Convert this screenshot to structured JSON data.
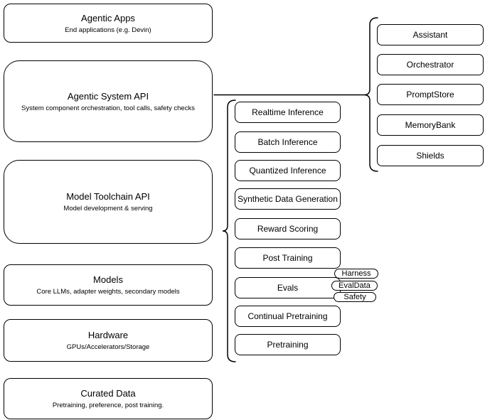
{
  "diagram": {
    "left_column": [
      {
        "title": "Agentic Apps",
        "subtitle": "End applications (e.g. Devin)"
      },
      {
        "title": "Agentic System API",
        "subtitle": "System component orchestration, tool calls, safety checks"
      },
      {
        "title": "Model Toolchain API",
        "subtitle": "Model development & serving"
      },
      {
        "title": "Models",
        "subtitle": "Core LLMs, adapter weights, secondary models"
      },
      {
        "title": "Hardware",
        "subtitle": "GPUs/Accelerators/Storage"
      },
      {
        "title": "Curated Data",
        "subtitle": "Pretraining, preference, post training."
      }
    ],
    "toolchain_group": {
      "items": [
        "Realtime Inference",
        "Batch Inference",
        "Quantized Inference",
        "Synthetic Data Generation",
        "Reward Scoring",
        "Post Training",
        "Evals",
        "Continual Pretraining",
        "Pretraining"
      ]
    },
    "evals_tags": [
      "Harness",
      "EvalData",
      "Safety"
    ],
    "system_group": {
      "items": [
        "Assistant",
        "Orchestrator",
        "PromptStore",
        "MemoryBank",
        "Shields"
      ]
    },
    "colors": {
      "stroke": "#000000",
      "background": "#ffffff",
      "text": "#000000"
    }
  }
}
